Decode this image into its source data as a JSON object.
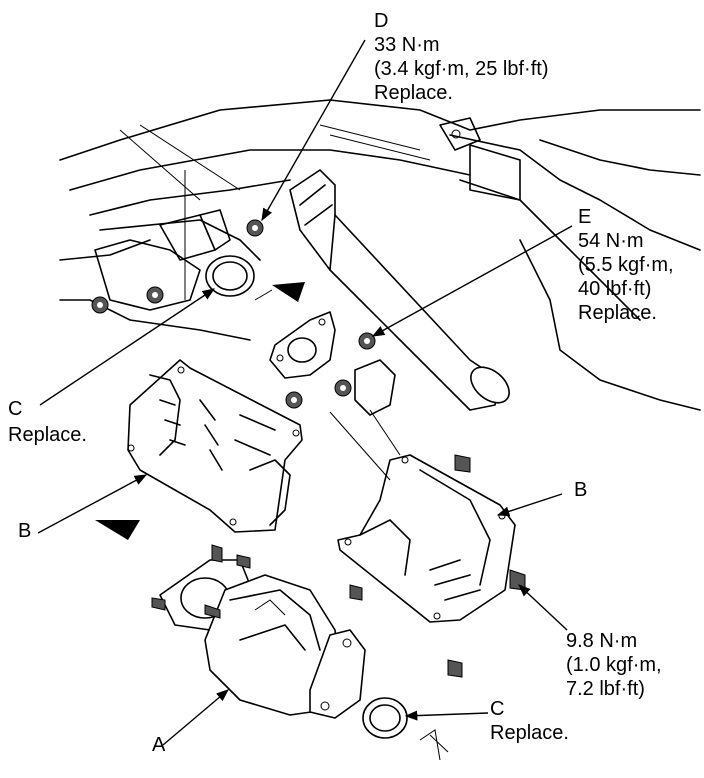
{
  "callouts": {
    "D": {
      "letter": "D",
      "torque": "33 N·m",
      "alt": "(3.4 kgf·m, 25 lbf·ft)",
      "note": "Replace."
    },
    "E": {
      "letter": "E",
      "torque": "54 N·m",
      "alt1": "(5.5 kgf·m,",
      "alt2": "40 lbf·ft)",
      "note": "Replace."
    },
    "C_left": {
      "letter": "C",
      "note": "Replace."
    },
    "B_left": {
      "letter": "B"
    },
    "B_right": {
      "letter": "B"
    },
    "A": {
      "letter": "A"
    },
    "C_bottom": {
      "letter": "C",
      "note": "Replace."
    },
    "torque_98": {
      "torque": "9.8 N·m",
      "alt1": "(1.0 kgf·m,",
      "alt2": "7.2 lbf·ft)"
    }
  }
}
